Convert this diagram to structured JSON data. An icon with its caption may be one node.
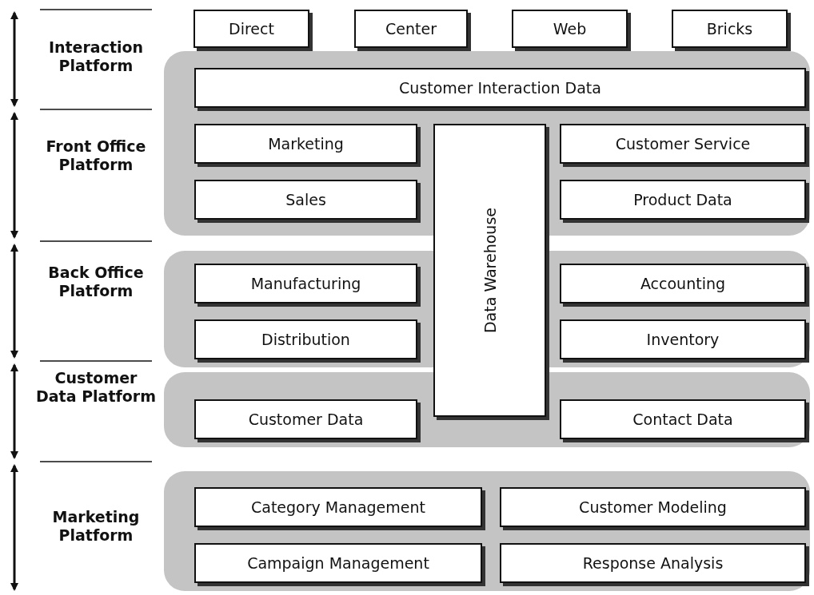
{
  "diagram": {
    "nodes": [
      {
        "text": [
          "Direct"
        ]
      },
      {
        "text": [
          "Center"
        ]
      },
      {
        "text": [
          "Web"
        ]
      },
      {
        "text": [
          "Bricks"
        ]
      },
      {
        "text": [],
        "shape": "band"
      },
      {
        "text": [
          "Customer Interaction Data"
        ],
        "in": 4
      },
      {
        "text": [
          "Marketing"
        ],
        "in": 4
      },
      {
        "text": [
          "Data Warehouse"
        ]
      },
      {
        "text": [
          "Customer Service"
        ],
        "in": 4
      },
      {
        "text": [
          "Sales"
        ],
        "in": 4
      },
      {
        "text": [
          "Product Data"
        ],
        "in": 4
      },
      {
        "text": [],
        "shape": "band"
      },
      {
        "text": [
          "Manufacturing"
        ],
        "in": 11
      },
      {
        "text": [
          "Accounting"
        ],
        "in": 11
      },
      {
        "text": [
          "Distribution"
        ],
        "in": 11
      },
      {
        "text": [
          "Inventory"
        ],
        "in": 11
      },
      {
        "text": [],
        "shape": "band"
      },
      {
        "text": [
          "Customer Data"
        ],
        "in": 16
      },
      {
        "text": [
          "Contact Data"
        ],
        "in": 16
      },
      {
        "text": [],
        "shape": "band"
      },
      {
        "text": [
          "Category Management"
        ],
        "in": 19
      },
      {
        "text": [
          "Customer Modeling"
        ],
        "in": 19
      },
      {
        "text": [
          "Campaign Management"
        ],
        "in": 19
      },
      {
        "text": [
          "Response Analysis"
        ],
        "in": 19
      }
    ],
    "labels": [
      "Interaction Platform",
      "Front Office Platform",
      "Back Office Platform",
      "Customer Data Platform",
      "Marketing Platform"
    ]
  }
}
